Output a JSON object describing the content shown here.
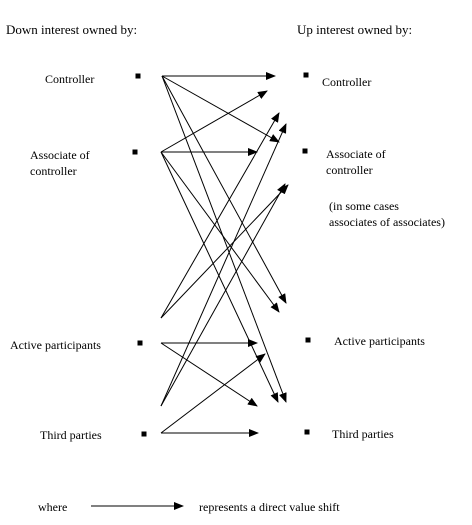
{
  "headers": {
    "left": "Down interest owned by:",
    "right": "Up interest owned by:"
  },
  "left_nodes": [
    {
      "id": "L1",
      "label": "Controller"
    },
    {
      "id": "L2",
      "label": "Associate of\ncontroller"
    },
    {
      "id": "L3",
      "label": "Active participants"
    },
    {
      "id": "L4",
      "label": "Third parties"
    }
  ],
  "right_nodes": [
    {
      "id": "R1",
      "label": "Controller"
    },
    {
      "id": "R2",
      "label": "Associate of\ncontroller"
    },
    {
      "id": "R3",
      "label": "Active participants"
    },
    {
      "id": "R4",
      "label": "Third parties"
    }
  ],
  "right_note": "(in some cases\nassociates of associates)",
  "arrows": [
    [
      "L1",
      "R1"
    ],
    [
      "L1",
      "R2"
    ],
    [
      "L1",
      "R3"
    ],
    [
      "L1",
      "R4"
    ],
    [
      "L2",
      "R1"
    ],
    [
      "L2",
      "R2"
    ],
    [
      "L2",
      "R3"
    ],
    [
      "L2",
      "R4"
    ],
    [
      "L3",
      "R1"
    ],
    [
      "L3",
      "R2"
    ],
    [
      "L3",
      "R3"
    ],
    [
      "L3",
      "R4"
    ],
    [
      "L4",
      "R1"
    ],
    [
      "L4",
      "R2"
    ],
    [
      "L4",
      "R3"
    ],
    [
      "L4",
      "R4"
    ]
  ],
  "legend": {
    "where": "where",
    "text": "represents a direct value shift"
  },
  "colors": {
    "ink": "#000000",
    "background": "#ffffff"
  }
}
